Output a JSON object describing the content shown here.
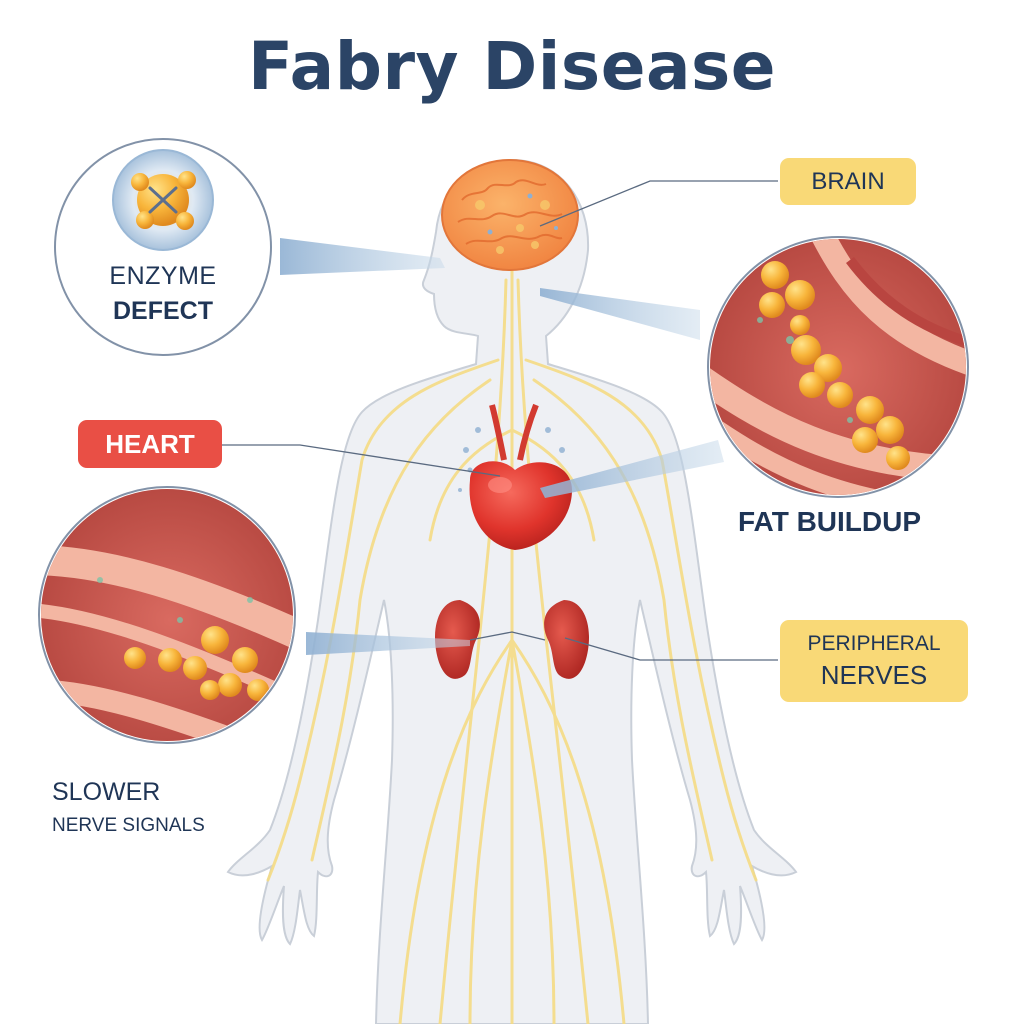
{
  "title": "Fabry Disease",
  "labels": {
    "brain": "BRAIN",
    "heart": "HEART",
    "enzyme_line1": "ENZYME",
    "enzyme_line2": "DEFECT",
    "fat_buildup": "FAT BUILDUP",
    "peripheral_line1": "PERIPHERAL",
    "peripheral_line2": "NERVES",
    "slower_line1": "SLOWER",
    "slower_line2": "NERVE SIGNALS"
  },
  "colors": {
    "title": "#2b4466",
    "text_dark": "#1f3556",
    "label_yellow": "#f9d977",
    "label_red": "#e94f45",
    "tissue_red": "#c94a42",
    "fat_orange": "#f6a93a",
    "nerve_yellow": "#f5dc85",
    "body_fill": "#eef0f4",
    "callout_blue": "#a9c3dd"
  }
}
